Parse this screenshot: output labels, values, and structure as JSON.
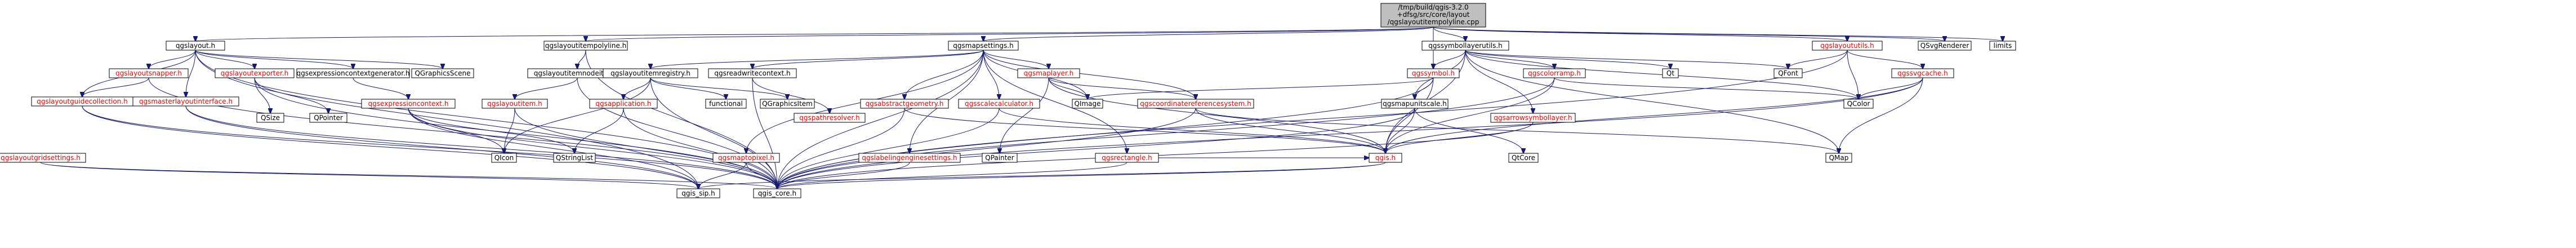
{
  "graph": {
    "root": {
      "label_line1": "/tmp/build/qgis-3.2.0",
      "label_line2": "+dfsg/src/core/layout",
      "label_line3": "/qgslayoutitempolyline.cpp"
    },
    "nodes": {
      "qgslayout_h": "qgslayout.h",
      "qgslayoutitempolyline_h": "qgslayoutitempolyline.h",
      "qgsmapsettings_h": "qgsmapsettings.h",
      "qgssymbollayerutils_h": "qgssymbollayerutils.h",
      "qgslayoututils_h": "qgslayoututils.h",
      "qsvgrenderer": "QSvgRenderer",
      "limits": "limits",
      "qgslayoutsnapper_h": "qgslayoutsnapper.h",
      "qgslayoutexporter_h": "qgslayoutexporter.h",
      "qgsexpressioncontextgenerator_h": "qgsexpressioncontextgenerator.h",
      "qgraphicsscene": "QGraphicsScene",
      "qgslayoutguidecollection_h": "qgslayoutguidecollection.h",
      "qgsmasterlayoutinterface_h": "qgsmasterlayoutinterface.h",
      "qgslayoutgridsettings_h": "qgslayoutgridsettings.h",
      "qgslayoutitemnodeitem_h": "qgslayoutitemnodeitem.h",
      "qgslayoutitemregistry_h": "qgslayoutitemregistry.h",
      "qgsreadwritecontext_h": "qgsreadwritecontext.h",
      "qgsmaplayer_h": "qgsmaplayer.h",
      "qgssymbol_h": "qgssymbol.h",
      "qgscolorramp_h": "qgscolorramp.h",
      "qgssvgcache_h": "qgssvgcache.h",
      "qt": "Qt",
      "qfont": "QFont",
      "qsize": "QSize",
      "qpointer": "QPointer",
      "qgsexpressioncontext_h": "qgsexpressioncontext.h",
      "qgslayoutitem_h": "qgslayoutitem.h",
      "qgsapplication_h": "qgsapplication.h",
      "functional": "functional",
      "qgraphicsitem": "QGraphicsItem",
      "qgspathresolver_h": "qgspathresolver.h",
      "qgsabstractgeometry_h": "qgsabstractgeometry.h",
      "qgsscalecalculator_h": "qgsscalecalculator.h",
      "qimage": "QImage",
      "qgscoordinatereferencesystem_h": "qgscoordinatereferencesystem.h",
      "qgsmapunitscale_h": "qgsmapunitscale.h",
      "qgsarrowsymbollayer_h": "qgsarrowsymbollayer.h",
      "qcolor": "QColor",
      "qicon": "QIcon",
      "qstringlist": "QStringList",
      "qpainter": "QPainter",
      "qgsrectangle_h": "qgsrectangle.h",
      "qgis_h": "qgis.h",
      "qcore": "QtCore",
      "qmap": "QMap",
      "qgsmaptopixel_h": "qgsmaptopixel.h",
      "qgslabelingenginesettings_h": "qgslabelingenginesettings.h",
      "qgis_sip_h": "qgis_sip.h",
      "qgis_core_h": "qgis_core.h"
    }
  },
  "colors": {
    "edge": "#191970",
    "missing_text": "#ff0000",
    "root_fill": "#bfbfbf",
    "normal_fill": "#ffffff"
  }
}
